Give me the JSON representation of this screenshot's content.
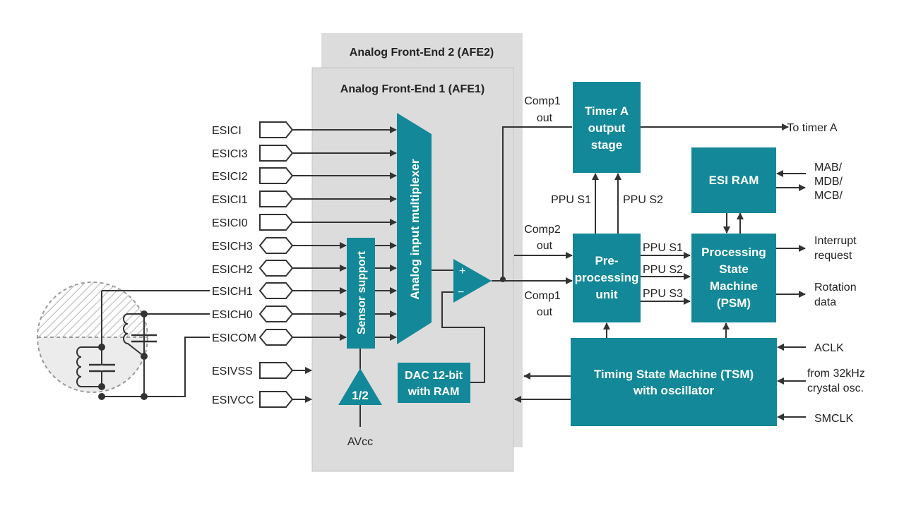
{
  "colors": {
    "block": "#138898",
    "afe_bg": "#dcdcdc",
    "wire": "#333333",
    "text": "#222222"
  },
  "afe2": {
    "title": "Analog Front-End 2 (AFE2)"
  },
  "afe1": {
    "title": "Analog Front-End 1 (AFE1)"
  },
  "pins": {
    "inputs": [
      "ESICI",
      "ESICI3",
      "ESICI2",
      "ESICI1",
      "ESICI0"
    ],
    "channels": [
      "ESICH3",
      "ESICH2",
      "ESICH1",
      "ESICH0",
      "ESICOM"
    ],
    "supplies": [
      "ESIVSS",
      "ESIVCC"
    ]
  },
  "blocks": {
    "sensor_support": "Sensor support",
    "mux": "Analog input multiplexer",
    "divider": "1/2",
    "avcc": "AVcc",
    "dac": [
      "DAC 12-bit",
      "with RAM"
    ],
    "comparator_plus": "+",
    "comparator_minus": "−",
    "timer_a": [
      "Timer A",
      "output",
      "stage"
    ],
    "esi_ram": "ESI RAM",
    "ppu": [
      "Pre-",
      "processing",
      "unit"
    ],
    "psm": [
      "Processing",
      "State",
      "Machine",
      "(PSM)"
    ],
    "tsm": [
      "Timing State Machine (TSM)",
      "with oscillator"
    ]
  },
  "signals": {
    "comp1_out_top": [
      "Comp1",
      "out"
    ],
    "comp2_out": [
      "Comp2",
      "out"
    ],
    "comp1_out_bottom": [
      "Comp1",
      "out"
    ],
    "ppu_s1_up": "PPU S1",
    "ppu_s2_up": "PPU S2",
    "ppu_s1": "PPU S1",
    "ppu_s2": "PPU S2",
    "ppu_s3": "PPU S3",
    "to_timer_a": "To timer A",
    "bus": [
      "MAB/",
      "MDB/",
      "MCB/"
    ],
    "interrupt": [
      "Interrupt",
      "request"
    ],
    "rotation": [
      "Rotation",
      "data"
    ],
    "aclk": "ACLK",
    "crystal": [
      "from 32kHz",
      "crystal osc."
    ],
    "smclk": "SMCLK"
  }
}
